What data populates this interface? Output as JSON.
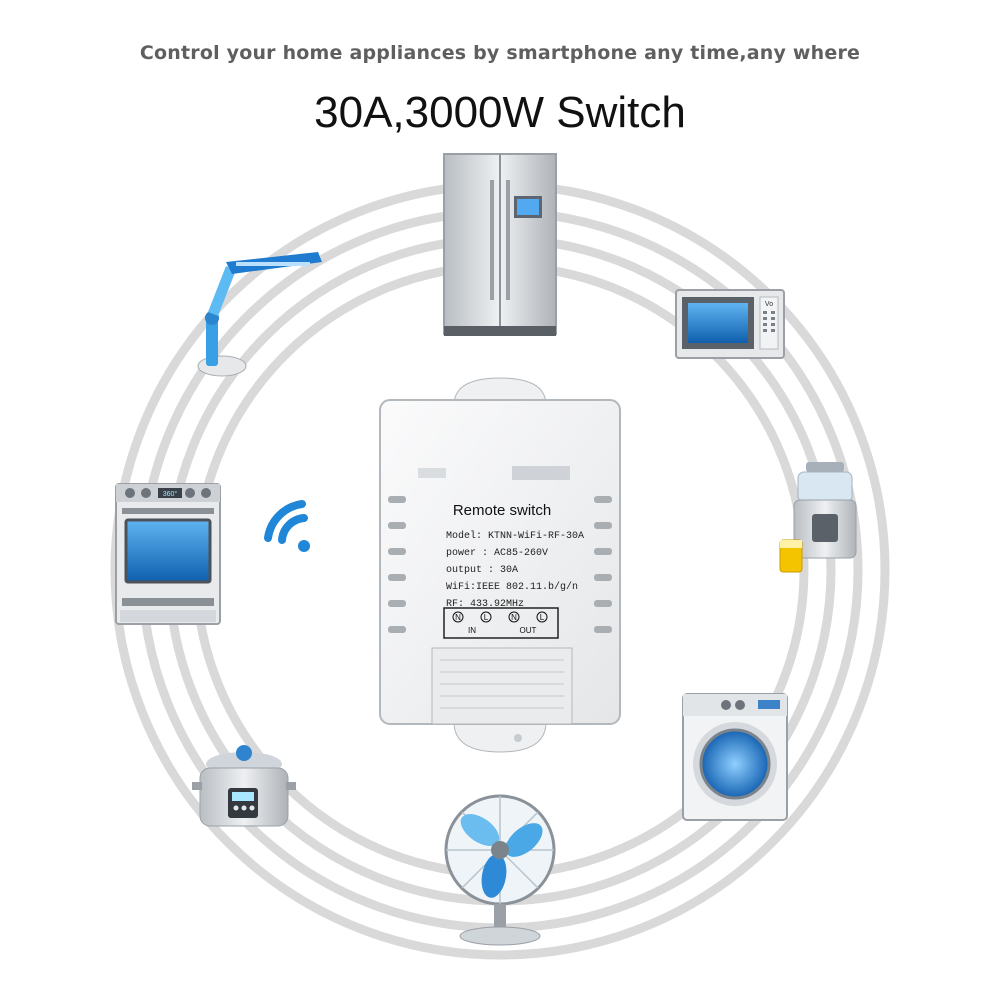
{
  "header": {
    "tagline": "Control your home appliances by smartphone any time,any where",
    "headline": "30A,3000W Switch"
  },
  "device": {
    "title": "Remote switch",
    "specs": [
      "Model: KTNN-WiFi-RF-30A",
      "power : AC85-260V",
      "output :  30A",
      "WiFi:IEEE 802.11.b/g/n",
      "RF:  433.92MHz"
    ],
    "terminals": [
      "N",
      "L",
      "N",
      "L"
    ],
    "terminal_groups": [
      "IN",
      "OUT"
    ]
  },
  "appliance_text": {
    "oven_display": "360°",
    "microwave_badge": "Vo"
  },
  "appliances": [
    "refrigerator-icon",
    "microwave-icon",
    "juicer-icon",
    "washing-machine-icon",
    "fan-icon",
    "rice-cooker-icon",
    "oven-icon",
    "desk-lamp-icon",
    "wifi-icon"
  ],
  "colors": {
    "rings": "#d9d9d9",
    "accent_blue": "#1f7fd1",
    "appliance_gray": "#c8ccd0",
    "device_body": "#f4f5f6"
  }
}
